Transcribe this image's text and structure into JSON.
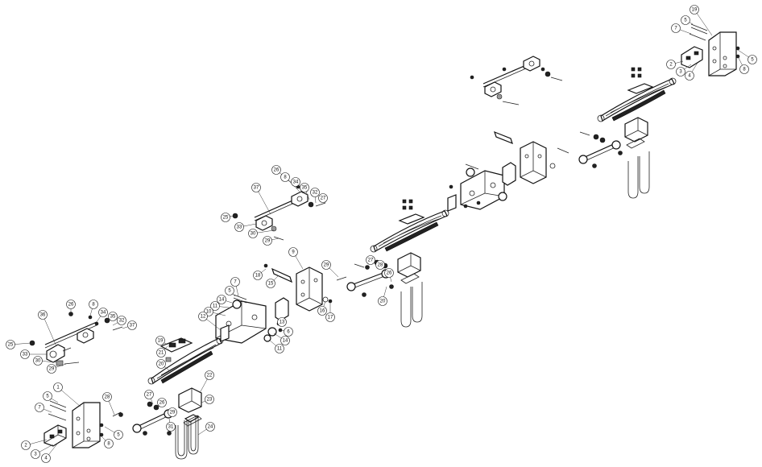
{
  "diagram": {
    "type": "exploded-parts-assembly",
    "callouts": [
      {
        "id": "c1-1",
        "label": "1"
      },
      {
        "id": "c1-5",
        "label": "5"
      },
      {
        "id": "c1-7",
        "label": "7"
      },
      {
        "id": "c1-2",
        "label": "2"
      },
      {
        "id": "c1-3",
        "label": "3"
      },
      {
        "id": "c1-4",
        "label": "4"
      },
      {
        "id": "c1-28",
        "label": "28"
      },
      {
        "id": "c1-5b",
        "label": "5"
      },
      {
        "id": "c1-8",
        "label": "8"
      },
      {
        "id": "c1-27",
        "label": "27"
      },
      {
        "id": "c1-26",
        "label": "26"
      },
      {
        "id": "c1-29",
        "label": "29"
      },
      {
        "id": "c1-31",
        "label": "31"
      },
      {
        "id": "c1-24",
        "label": "24"
      },
      {
        "id": "c1-23",
        "label": "23"
      },
      {
        "id": "c1-22",
        "label": "22"
      },
      {
        "id": "c1-20",
        "label": "20"
      },
      {
        "id": "c1-21",
        "label": "21"
      },
      {
        "id": "c1-19",
        "label": "19"
      },
      {
        "id": "c2-25",
        "label": "25"
      },
      {
        "id": "c2-33",
        "label": "33"
      },
      {
        "id": "c2-36",
        "label": "36"
      },
      {
        "id": "c2-26",
        "label": "26"
      },
      {
        "id": "c2-8",
        "label": "8"
      },
      {
        "id": "c2-34",
        "label": "34"
      },
      {
        "id": "c2-35",
        "label": "35"
      },
      {
        "id": "c2-32",
        "label": "32"
      },
      {
        "id": "c2-37",
        "label": "37"
      },
      {
        "id": "c2-30",
        "label": "30"
      },
      {
        "id": "c2-29",
        "label": "29"
      },
      {
        "id": "c3-7",
        "label": "7"
      },
      {
        "id": "c3-5",
        "label": "5"
      },
      {
        "id": "c3-14",
        "label": "14"
      },
      {
        "id": "c3-11",
        "label": "11"
      },
      {
        "id": "c3-10",
        "label": "10"
      },
      {
        "id": "c3-12",
        "label": "12"
      },
      {
        "id": "c3-13",
        "label": "13"
      },
      {
        "id": "c3-6",
        "label": "6"
      },
      {
        "id": "c3-14b",
        "label": "14"
      },
      {
        "id": "c3-11b",
        "label": "11"
      },
      {
        "id": "c3-18",
        "label": "18"
      },
      {
        "id": "c3-15",
        "label": "15"
      },
      {
        "id": "c3-9",
        "label": "9"
      },
      {
        "id": "c3-16",
        "label": "16"
      },
      {
        "id": "c3-17",
        "label": "17"
      },
      {
        "id": "c4-37",
        "label": "37"
      },
      {
        "id": "c4-26",
        "label": "26"
      },
      {
        "id": "c4-8",
        "label": "8"
      },
      {
        "id": "c4-34",
        "label": "34"
      },
      {
        "id": "c4-35",
        "label": "35"
      },
      {
        "id": "c4-32",
        "label": "32"
      },
      {
        "id": "c4-27",
        "label": "27"
      },
      {
        "id": "c4-25",
        "label": "25"
      },
      {
        "id": "c4-33",
        "label": "33"
      },
      {
        "id": "c4-30",
        "label": "30"
      },
      {
        "id": "c4-29",
        "label": "29"
      },
      {
        "id": "c5-29",
        "label": "29"
      },
      {
        "id": "c5-27",
        "label": "27"
      },
      {
        "id": "c5-28",
        "label": "28"
      },
      {
        "id": "c5-26",
        "label": "26"
      },
      {
        "id": "c5-20",
        "label": "20"
      },
      {
        "id": "c6-19",
        "label": "19"
      },
      {
        "id": "c6-5",
        "label": "5"
      },
      {
        "id": "c6-7",
        "label": "7"
      },
      {
        "id": "c6-2",
        "label": "2"
      },
      {
        "id": "c6-3",
        "label": "3"
      },
      {
        "id": "c6-4",
        "label": "4"
      },
      {
        "id": "c6-5b",
        "label": "5"
      },
      {
        "id": "c6-8",
        "label": "8"
      }
    ]
  }
}
